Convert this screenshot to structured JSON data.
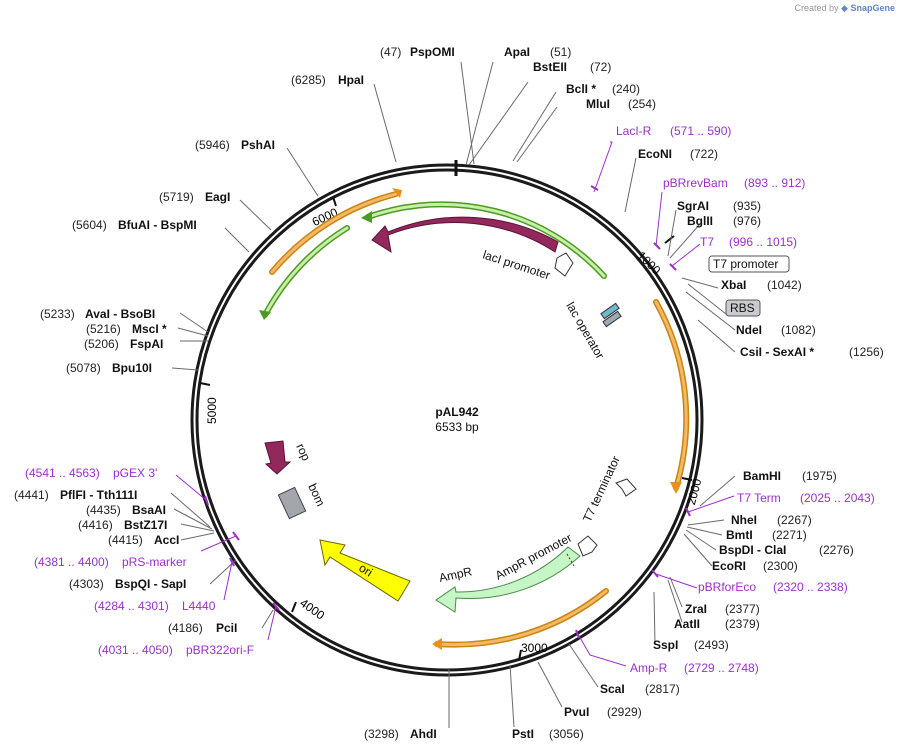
{
  "credit": {
    "prefix": "Created by",
    "brand": "SnapGene"
  },
  "plasmid": {
    "name": "pAL942",
    "length": "6533 bp"
  },
  "scale_ticks": [
    "1000",
    "2000",
    "3000",
    "4000",
    "5000",
    "6000"
  ],
  "sites_right": [
    {
      "pos": "(51)",
      "name": "ApaI"
    },
    {
      "pos": "(72)",
      "name": "BstEII"
    },
    {
      "name": "BclI *",
      "pos": "(240)"
    },
    {
      "name": "MluI",
      "pos": "(254)"
    },
    {
      "name": "EcoNI",
      "pos": "(722)"
    },
    {
      "name": "SgrAI",
      "pos": "(935)"
    },
    {
      "name": "BglII",
      "pos": "(976)"
    },
    {
      "name": "XbaI",
      "pos": "(1042)"
    },
    {
      "name": "NdeI",
      "pos": "(1082)"
    },
    {
      "name": "CsiI  - SexAI *",
      "pos": "(1256)"
    },
    {
      "name": "BamHI",
      "pos": "(1975)"
    },
    {
      "name": "NheI",
      "pos": "(2267)"
    },
    {
      "name": "BmtI",
      "pos": "(2271)"
    },
    {
      "name": "BspDI  - ClaI",
      "pos": "(2276)"
    },
    {
      "name": "EcoRI",
      "pos": "(2300)"
    },
    {
      "name": "ZraI",
      "pos": "(2377)"
    },
    {
      "name": "AatII",
      "pos": "(2379)"
    },
    {
      "name": "SspI",
      "pos": "(2493)"
    },
    {
      "name": "ScaI",
      "pos": "(2817)"
    },
    {
      "name": "PvuI",
      "pos": "(2929)"
    },
    {
      "name": "PstI",
      "pos": "(3056)"
    }
  ],
  "sites_left": [
    {
      "pos": "(47)",
      "name": "PspOMI"
    },
    {
      "pos": "(6285)",
      "name": "HpaI"
    },
    {
      "pos": "(5946)",
      "name": "PshAI"
    },
    {
      "pos": "(5719)",
      "name": "EagI"
    },
    {
      "pos": "(5604)",
      "name": "BfuAI  - BspMI"
    },
    {
      "pos": "(5233)",
      "name": "AvaI  - BsoBI"
    },
    {
      "pos": "(5216)",
      "name": "MscI *"
    },
    {
      "pos": "(5206)",
      "name": "FspAI"
    },
    {
      "pos": "(5078)",
      "name": "Bpu10I"
    },
    {
      "pos": "(4441)",
      "name": "PflFI  - Tth111I"
    },
    {
      "pos": "(4435)",
      "name": "BsaAI"
    },
    {
      "pos": "(4416)",
      "name": "BstZ17I"
    },
    {
      "pos": "(4415)",
      "name": "AccI"
    },
    {
      "pos": "(4303)",
      "name": "BspQI  - SapI"
    },
    {
      "pos": "(4186)",
      "name": "PciI"
    },
    {
      "pos": "(3298)",
      "name": "AhdI"
    }
  ],
  "primers": [
    {
      "name": "LacI-R",
      "range": "(571 .. 590)"
    },
    {
      "name": "pBRrevBam",
      "range": "(893 .. 912)"
    },
    {
      "name": "T7",
      "range": "(996 .. 1015)"
    },
    {
      "name": "T7 Term",
      "range": "(2025 .. 2043)"
    },
    {
      "name": "pBRforEco",
      "range": "(2320 .. 2338)"
    },
    {
      "name": "Amp-R",
      "range": "(2729 .. 2748)"
    },
    {
      "range": "(4541 .. 4563)",
      "name": "pGEX 3'"
    },
    {
      "range": "(4381 .. 4400)",
      "name": "pRS-marker"
    },
    {
      "range": "(4284 .. 4301)",
      "name": "L4440"
    },
    {
      "range": "(4031 .. 4050)",
      "name": "pBR322ori-F"
    }
  ],
  "boxed": {
    "t7_promoter": "T7 promoter",
    "rbs": "RBS"
  },
  "features": {
    "laci": "lacI",
    "laci_promoter": "lacI promoter",
    "lac_operator": "lac operator",
    "t7_terminator": "T7 terminator",
    "ampr_promoter": "AmpR promoter",
    "ampr": "AmpR",
    "ori": "ori",
    "rop": "rop",
    "bom": "bom"
  },
  "colors": {
    "laci": "#93285c",
    "rop": "#93285c",
    "ampr": "#c6f5c6",
    "ori": "#ffff00",
    "bom": "#a3a7ad",
    "orange_strand": "#f2a23a",
    "green_strand": "#6cc23a",
    "primer": "#9b30c8"
  }
}
